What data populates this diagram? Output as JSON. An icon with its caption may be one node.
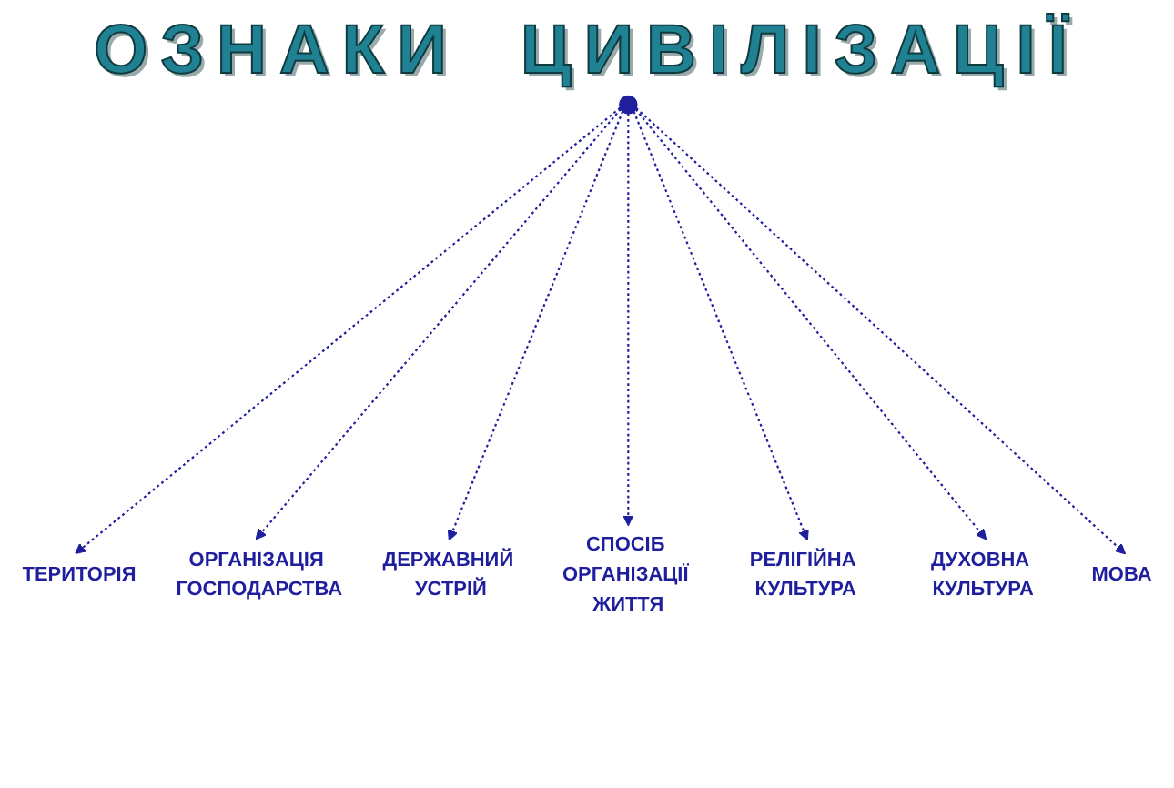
{
  "diagram": {
    "title": "ОЗНАКИ ЦИВІЛІЗАЦІЇ",
    "nodes": [
      {
        "text": [],
        "shape": "circle"
      },
      {
        "text": [
          "ТЕРИТОРІЯ"
        ]
      },
      {
        "text": [
          "МОВА"
        ]
      },
      {
        "text": [
          "ОРГАНІЗАЦІЯ ГОСПОДАРСТВА"
        ]
      },
      {
        "text": [
          "ДУХОВНА КУЛЬТУРА"
        ]
      },
      {
        "text": [
          "ДЕРЖАВНИЙ УСТРІЙ"
        ]
      },
      {
        "text": [
          "СПОСІБ ОРГАНІЗАЦІЇ ЖИТТЯ"
        ]
      },
      {
        "text": [
          "РЕЛІГІЙНА КУЛЬТУРА"
        ]
      }
    ],
    "edges": [
      {
        "from": 0,
        "to": 1,
        "arrow": "to",
        "style": "dashed"
      },
      {
        "from": 0,
        "to": 3,
        "arrow": "to",
        "style": "dashed"
      },
      {
        "from": 0,
        "to": 5,
        "arrow": "to",
        "style": "dashed"
      },
      {
        "from": 0,
        "to": 6,
        "arrow": "to",
        "style": "dashed"
      },
      {
        "from": 0,
        "to": 7,
        "arrow": "to",
        "style": "dashed"
      },
      {
        "from": 0,
        "to": 4,
        "arrow": "to",
        "style": "dashed"
      },
      {
        "from": 0,
        "to": 2,
        "arrow": "to",
        "style": "dashed"
      }
    ]
  }
}
